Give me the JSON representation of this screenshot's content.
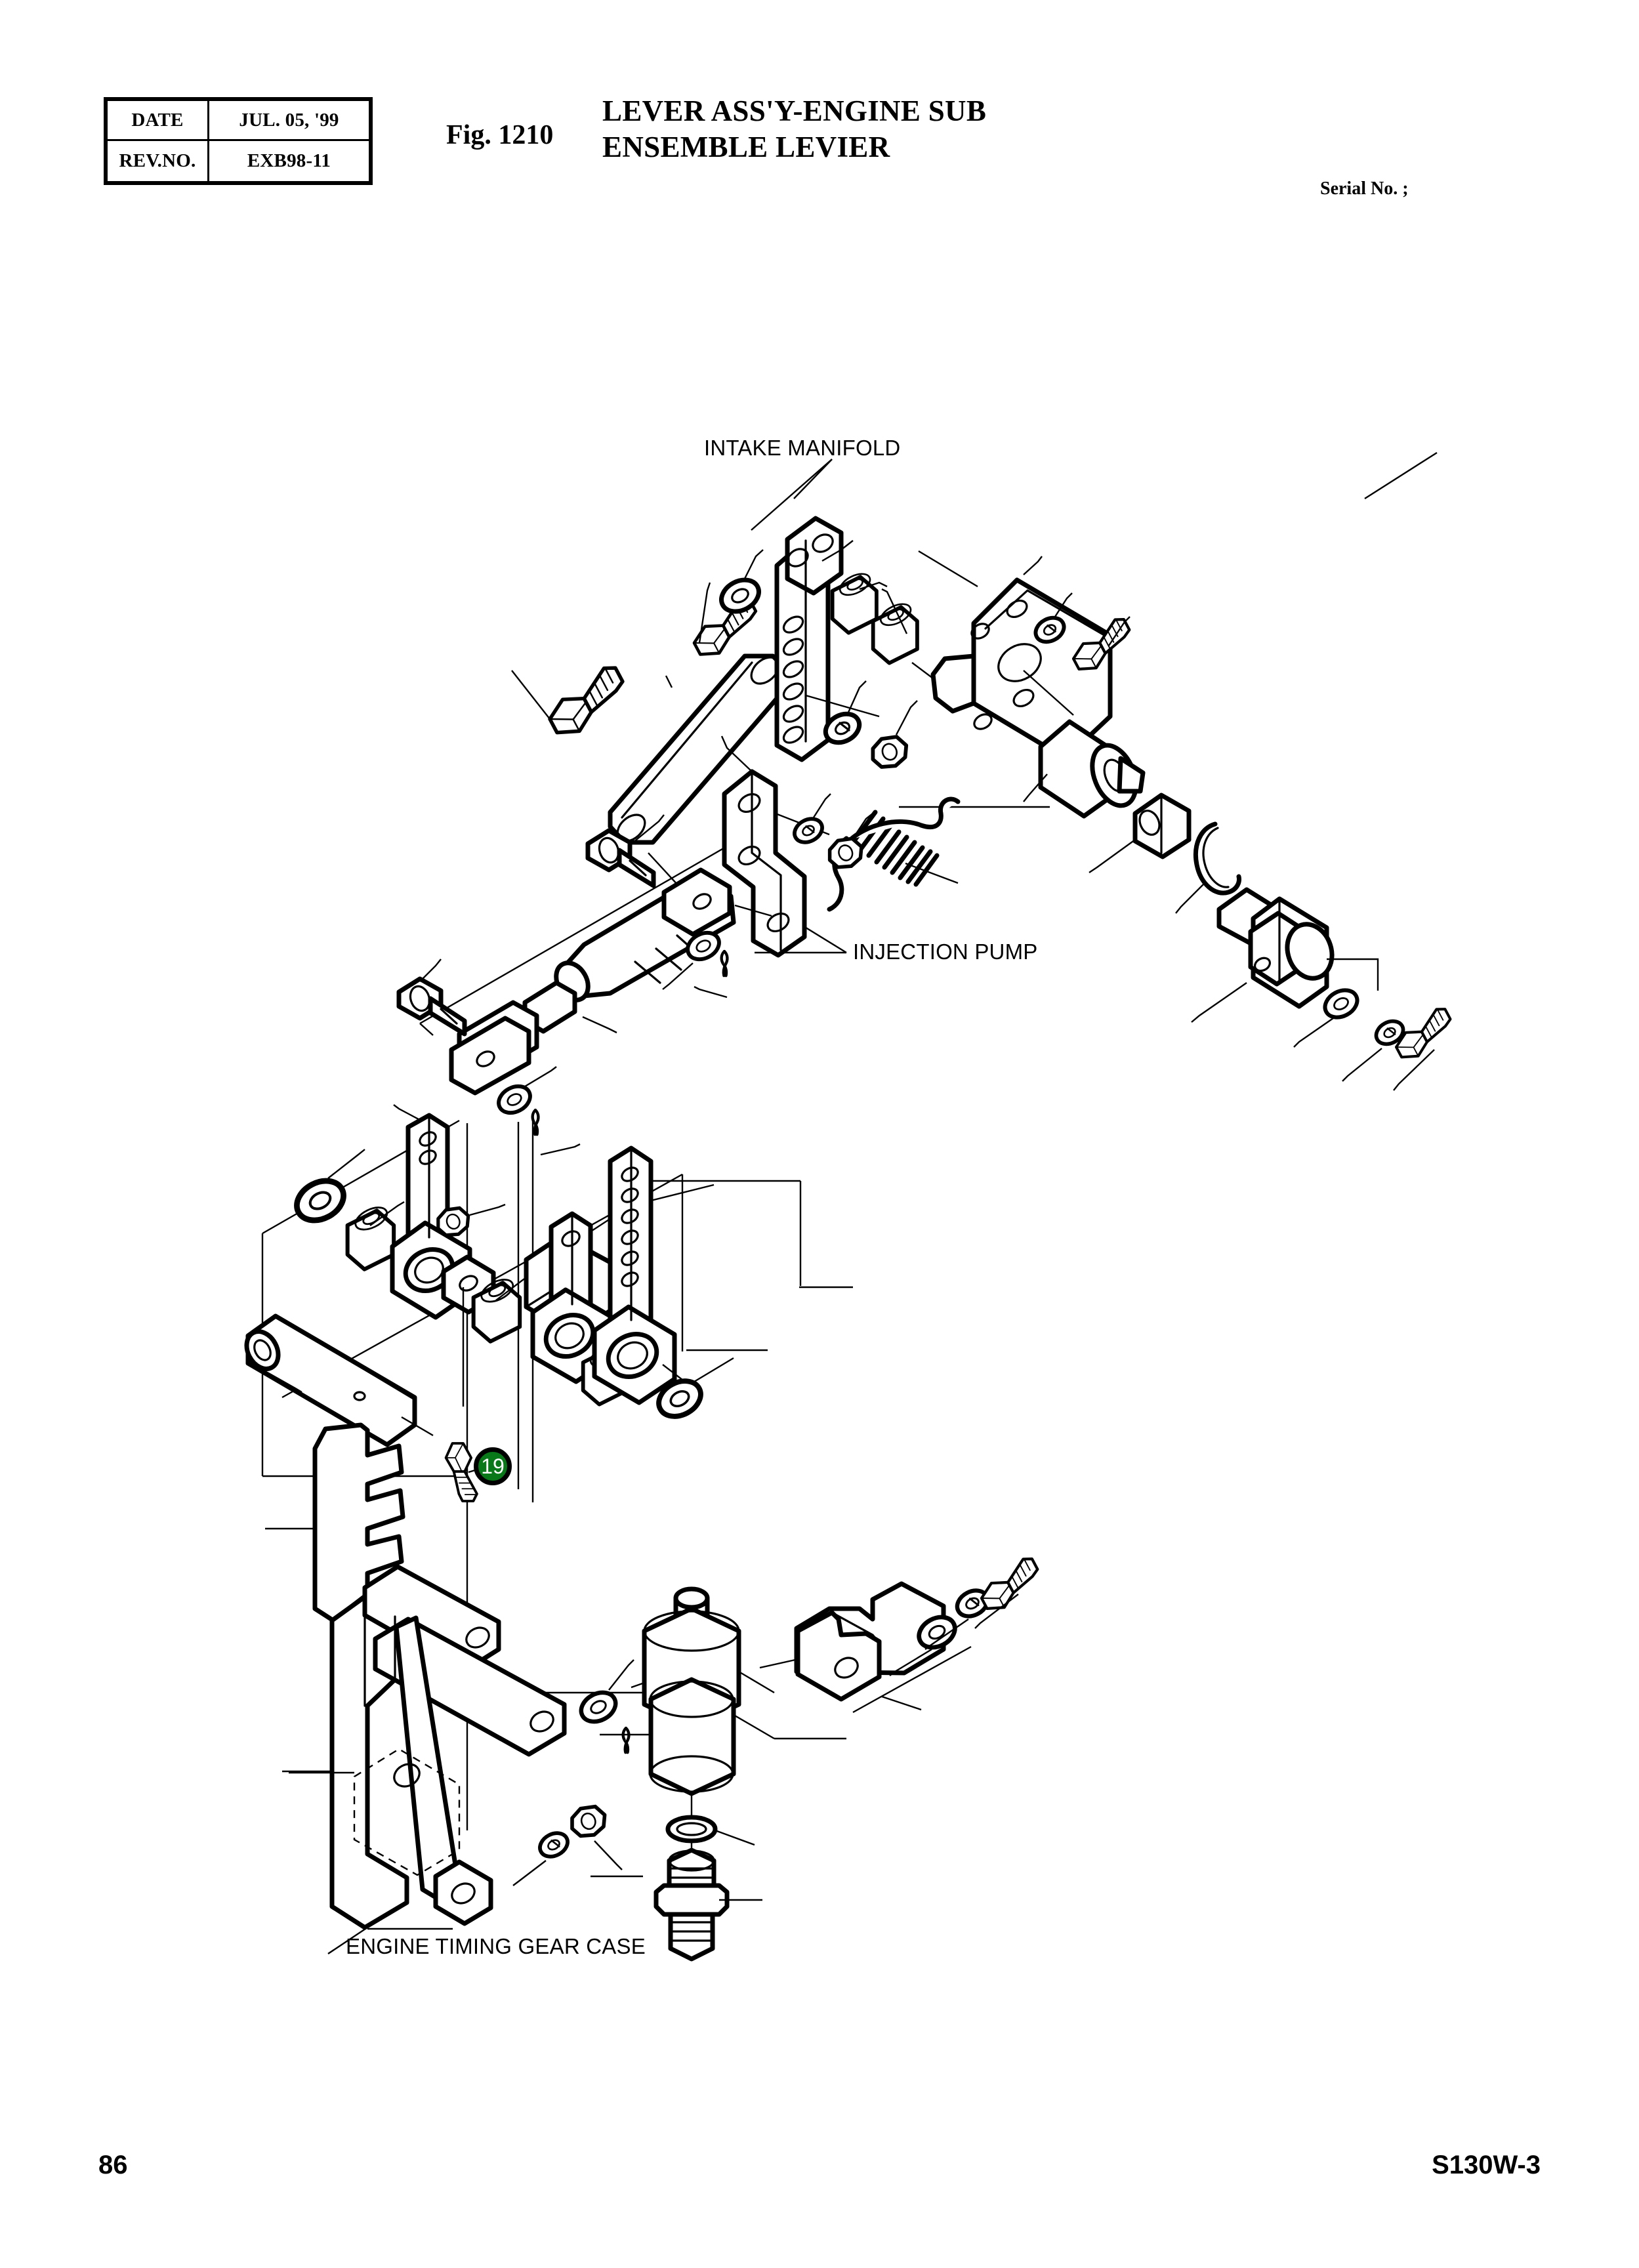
{
  "header": {
    "table": {
      "rows": [
        {
          "label": "DATE",
          "value": "JUL. 05, '99"
        },
        {
          "label": "REV.NO.",
          "value": "EXB98-11"
        }
      ]
    },
    "figure_number": "Fig. 1210",
    "title_line1": "LEVER ASS'Y-ENGINE SUB",
    "title_line2": "ENSEMBLE LEVIER",
    "serial_no": "Serial No. ;"
  },
  "diagram": {
    "annotations": [
      {
        "id": "intake-manifold",
        "text": "INTAKE MANIFOLD"
      },
      {
        "id": "injection-pump",
        "text": "INJECTION PUMP"
      },
      {
        "id": "engine-timing-gear-case",
        "text": "ENGINE TIMING GEAR CASE"
      }
    ],
    "callouts": [
      {
        "number": "19",
        "fill": "#087818",
        "stroke": "#000000",
        "text_color": "#ffffff"
      }
    ]
  },
  "footer": {
    "page_number": "86",
    "model_code": "S130W-3"
  }
}
